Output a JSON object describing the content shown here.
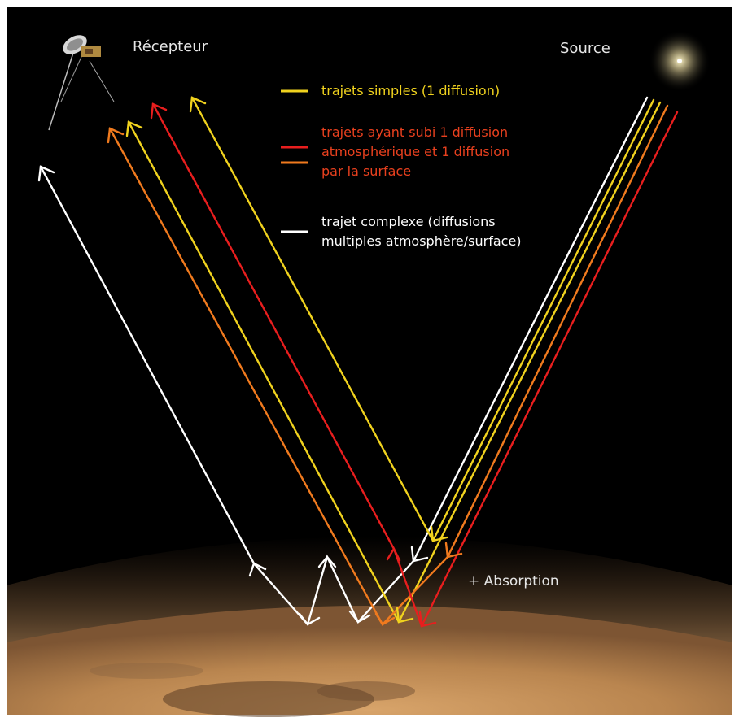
{
  "labels": {
    "receiver": "Récepteur",
    "source": "Source",
    "absorption": "+ Absorption"
  },
  "legend": [
    {
      "key": "simple",
      "text": "trajets simples (1 diffusion)",
      "color": "#f0d21e",
      "text_color": "#f0d21e"
    },
    {
      "key": "atmo_surface",
      "text": "trajets ayant subi 1 diffusion\natmosphérique et 1 diffusion\npar la surface",
      "colors": [
        "#e81e1e",
        "#f07a1e"
      ],
      "text_color": "#e8401e"
    },
    {
      "key": "complex",
      "text": "trajet complexe (diffusions\nmultiples atmosphère/surface)",
      "color": "#ffffff",
      "text_color": "#ffffff"
    }
  ],
  "colors": {
    "space": "#000000",
    "planet_light": "#d9a66c",
    "planet_dark": "#7a5230",
    "yellow": "#f0d21e",
    "orange": "#f07a1e",
    "red": "#e81e1e",
    "white": "#ffffff"
  },
  "icons": {
    "receiver": "spacecraft-icon",
    "source": "sun-icon"
  }
}
